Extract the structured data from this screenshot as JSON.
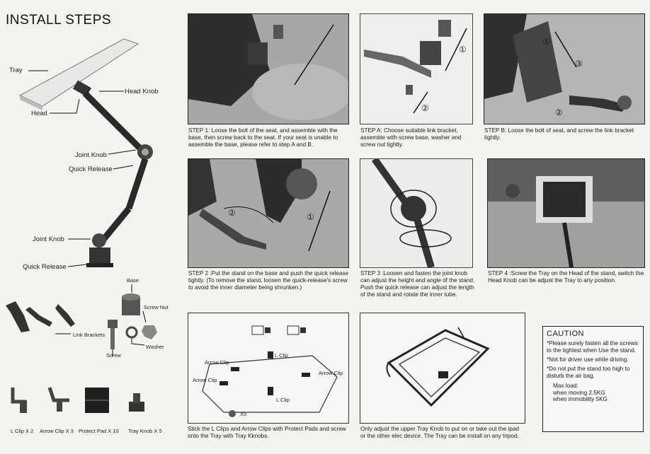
{
  "title": "INSTALL STEPS",
  "diagram_labels": {
    "tray": "Tray",
    "head_knob": "Head Knob",
    "head": "Head",
    "joint_knob_1": "Joint Knob",
    "quick_release_1": "Quick Release",
    "joint_knob_2": "Joint Knob",
    "quick_release_2": "Quick Release"
  },
  "parts": {
    "base": "Base",
    "screw_nut": "Screw Nut",
    "link_brackets": "Link Brackets",
    "screw": "Screw",
    "washer": "Washer",
    "l_clip": "L Clip X 2",
    "arrow_clip": "Arrow Clip X 3",
    "protect_pad": "Protect Pad X 10",
    "tray_knob": "Tray Knob X 5"
  },
  "steps": {
    "step1": "STEP 1: Loose the bolt of the seat, and assemble with the base, then screw back to the seat. If your seat is unable to assemble the base, please refer to step A and B.",
    "stepA": "STEP A: Choose suitable link bracket, assemble with screw base, washer and screw nut tightly.",
    "stepB": "STEP B: Loose the bolt of seat, and screw the link bracket tightly.",
    "step2": "STEP 2 :Put the stand on the base and push the quick release tightly. (To remove the stand, loosen the quick-release's screw to avoid the inner diameter being shrunken.)",
    "step3": "STEP 3 :Loosen and fasten the joint knob can adjust the height and angle of the stand. Push the quick release can adjust the length of the stand and rotate the inner tube.",
    "step4": "STEP 4 :Screw the Tray on the Head of the stand, switch the Head Knob can be adjust the Tray to any position.",
    "clips": "Stick the L Clips and Arrow Clips with Protect Pads and screw onto the Tray with Tray Kknobs.",
    "tray_knob": "Only adjust the upper Tray Knob to put on or take out the ipad or the other elec device. The Tray can be install on any tripod."
  },
  "tray_diagram": {
    "l_clip_1": "L Clip",
    "l_clip_2": "L Clip",
    "arrow_clip_1": "Arrow Clip",
    "arrow_clip_2": "Arrow Clip",
    "arrow_clip_3": "Arrow Clip",
    "x5": "X5"
  },
  "markers": {
    "one": "①",
    "two": "②",
    "three": "③"
  },
  "caution": {
    "heading": "CAUTION",
    "p1": "*Please surely fasten all the screws to the tightest when Use the stand.",
    "p2": "*Not for driver use while driving.",
    "p3": "*Do not put the stand too high to disturb the air bag.",
    "max_load": "Max load:",
    "moving": "when moving  2.5KG",
    "immobility": "when immobility 5KG"
  }
}
